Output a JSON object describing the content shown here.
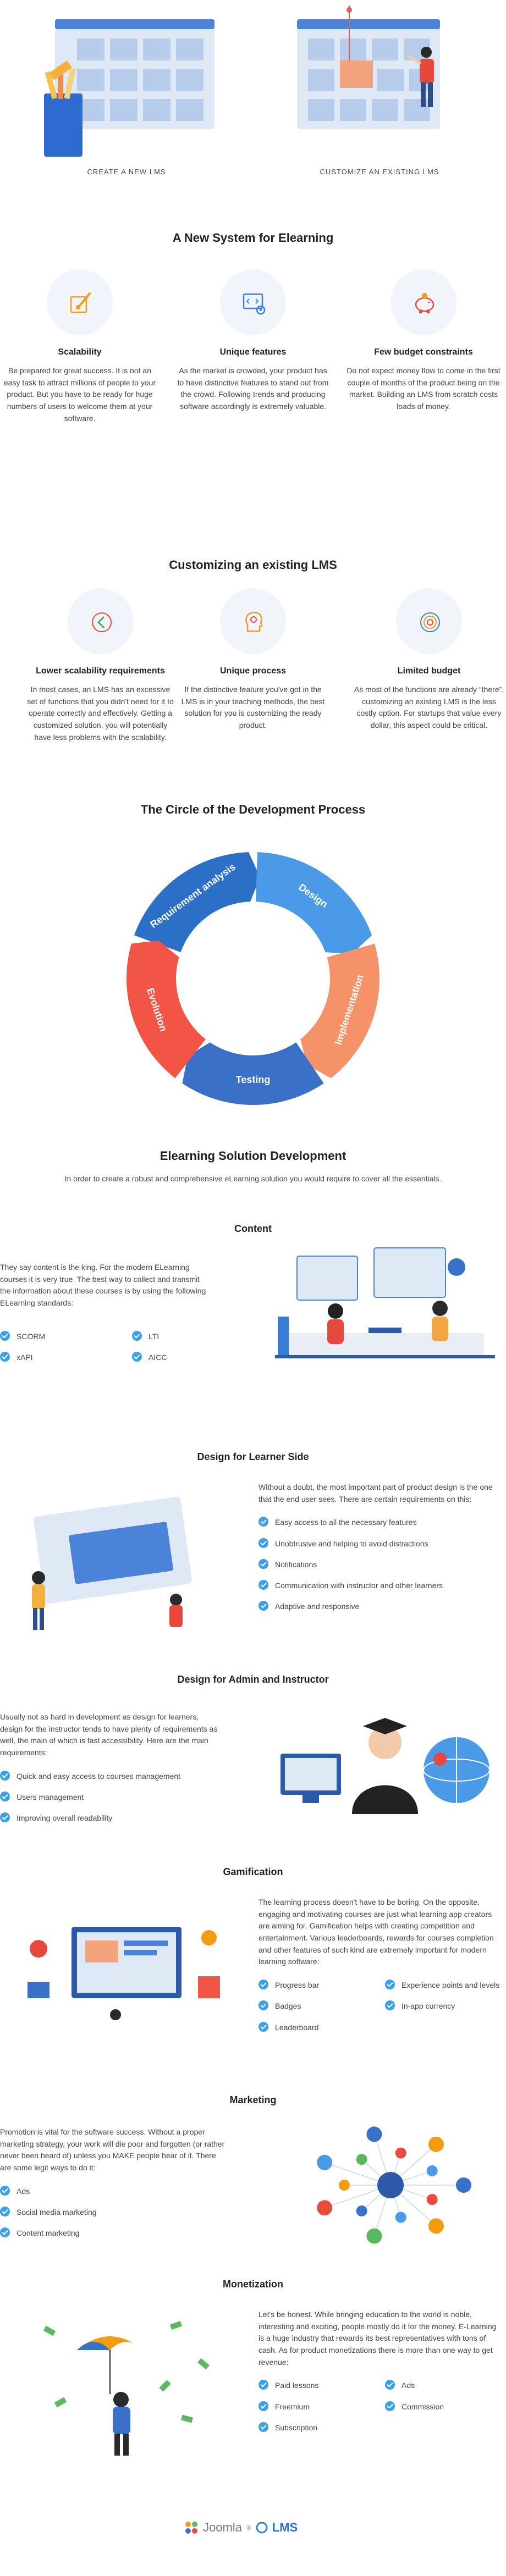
{
  "top": {
    "create_caption": "CREATE A NEW LMS",
    "customize_caption": "CUSTOMIZE AN EXISTING LMS"
  },
  "new_system": {
    "title": "A New System for Elearning",
    "items": [
      {
        "icon": "paintbrush-icon",
        "title": "Scalability",
        "text": "Be prepared for great success. It is not an easy task to attract millions of people to your product. But you have to be ready for huge numbers of users to welcome them at your software."
      },
      {
        "icon": "code-gear-icon",
        "title": "Unique features",
        "text": "As the market is crowded, your product has to have distinctive features to stand out from the crowd. Following trends and producing software accordingly is extremely valuable."
      },
      {
        "icon": "piggy-bank-icon",
        "title": "Few budget constraints",
        "text": "Do not expect money flow to come in the first couple of months of the product being on the market. Building an LMS from scratch costs loads of money."
      }
    ]
  },
  "customizing": {
    "title": "Customizing an existing LMS",
    "items": [
      {
        "icon": "chevron-left-icon",
        "title": "Lower scalability requirements",
        "text": "In most cases, an LMS has an excessive set of functions that you didn't need for it to operate correctly and effectively. Getting a customized solution, you will potentially have less problems with the scalability."
      },
      {
        "icon": "head-gears-icon",
        "title": "Unique process",
        "text": "If the distinctive feature you've got in the LMS is in your teaching methods, the best solution for you is customizing the ready product."
      },
      {
        "icon": "fingerprint-icon",
        "title": "Limited budget",
        "text": "As most of the functions are already “there”, customizing an existing LMS is the less costly option. For startups that value every dollar, this aspect could be critical."
      }
    ]
  },
  "circle": {
    "title": "The Circle of the Development Process",
    "segments": [
      {
        "label": "Requirement analysis",
        "color": "#2c6fc6"
      },
      {
        "label": "Design",
        "color": "#4a9ae8"
      },
      {
        "label": "Implementation",
        "color": "#f5926a"
      },
      {
        "label": "Testing",
        "color": "#3b70c8"
      },
      {
        "label": "Evolution",
        "color": "#f25446"
      }
    ]
  },
  "elearning": {
    "title": "Elearning Solution Development",
    "intro": "In order to create a robust and comprehensive eLearning solution you would require to cover all the essentials."
  },
  "content": {
    "title": "Content",
    "text": "They say content is the king. For the modern ELearning courses it is very true. The best way to collect and transmit the information about these courses is by using the following ELearning standards:",
    "items": [
      "SCORM",
      "LTI",
      "xAPI",
      "AICC"
    ]
  },
  "learner": {
    "title": "Design for Learner Side",
    "text": "Without a doubt, the most important part of product design is the one that the end user sees. There are certain requirements on this:",
    "items": [
      "Easy access to all the necessary features",
      "Unobtrusive and helping to avoid distractions",
      "Notifications",
      "Communication with instructor and other learners",
      "Adaptive and responsive"
    ]
  },
  "admin": {
    "title": "Design for Admin and Instructor",
    "text": "Usually not as hard in development as design for learners, design for the instructor tends to have plenty of requirements as well, the main of which is fast accessibility. Here are the main requirements:",
    "items": [
      "Quick and easy access to courses management",
      "Users management",
      "Improving overall readability"
    ]
  },
  "gamification": {
    "title": "Gamification",
    "text": "The learning process doesn't have to be boring. On the opposite, engaging and motivating courses are just what learning app creators are aiming for. Gamification helps with creating competition and entertainment. Various leaderboards, rewards for courses completion and other features of such kind are extremely important for modern learning software:",
    "items": [
      "Progress bar",
      "Experience points and levels",
      "Badges",
      "In-app currency",
      "Leaderboard"
    ]
  },
  "marketing": {
    "title": "Marketing",
    "text": "Promotion is vital for the software success. Without a proper marketing strategy, your work will die poor and forgotten (or rather never been heard of) unless you MAKE people hear of it. There are some legit ways to do it:",
    "items": [
      "Ads",
      "Social media marketing",
      "Content marketing"
    ]
  },
  "monetization": {
    "title": "Monetization",
    "text": "Let's be honest. While bringing education to the world is noble, interesting and exciting, people mostly do it for the money. E-Learning is a huge industry that rewards its best representatives with tons of cash. As for product monetizations there is more than one way to get revenue:",
    "items": [
      "Paid lessons",
      "Ads",
      "Freemium",
      "Commission",
      "Subscription"
    ]
  },
  "footer": {
    "logo_text": "Joomla",
    "logo_badge": "LMS"
  },
  "colors": {
    "accent": "#3ba0e6",
    "dark_blue": "#2c5aa8",
    "orange": "#f39c12",
    "red": "#e74c3c"
  }
}
